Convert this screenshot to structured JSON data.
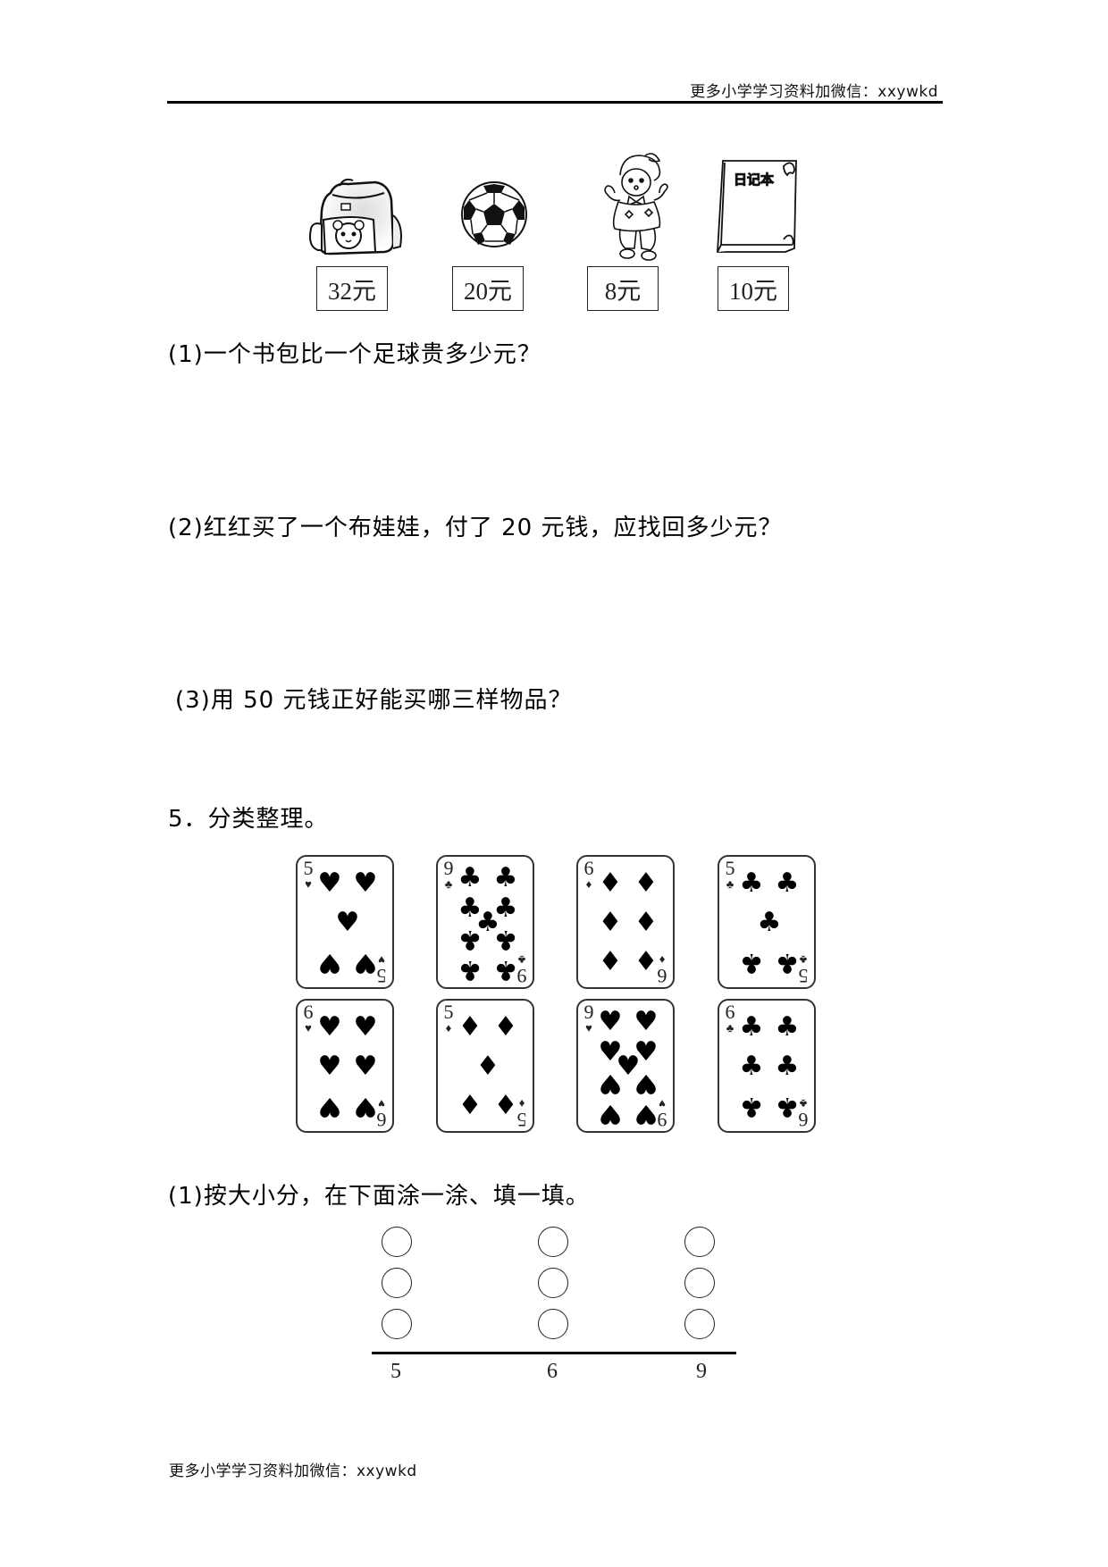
{
  "header": {
    "text": "更多小学学习资料加微信：xxywkd"
  },
  "footer": {
    "text": "更多小学学习资料加微信：xxywkd"
  },
  "items": [
    {
      "name": "书包",
      "icon": "backpack-icon",
      "price": "32元"
    },
    {
      "name": "足球",
      "icon": "soccer-ball-icon",
      "price": "20元"
    },
    {
      "name": "布娃娃",
      "icon": "doll-icon",
      "price": "8元"
    },
    {
      "name": "日记本",
      "icon": "notebook-icon",
      "price": "10元",
      "cover_text": "日记本"
    }
  ],
  "questions": {
    "q1": "(1)一个书包比一个足球贵多少元？",
    "q2": "(2)红红买了一个布娃娃，付了 20 元钱，应找回多少元？",
    "q3": "(3)用 50 元钱正好能买哪三样物品？"
  },
  "section5": {
    "title": "5．分类整理。",
    "cards": [
      {
        "rank": "5",
        "suit": "hearts",
        "glyph": "♥"
      },
      {
        "rank": "9",
        "suit": "clubs",
        "glyph": "♣"
      },
      {
        "rank": "6",
        "suit": "diamonds",
        "glyph": "♦"
      },
      {
        "rank": "5",
        "suit": "clubs",
        "glyph": "♣"
      },
      {
        "rank": "6",
        "suit": "hearts",
        "glyph": "♥"
      },
      {
        "rank": "5",
        "suit": "diamonds",
        "glyph": "♦"
      },
      {
        "rank": "9",
        "suit": "hearts",
        "glyph": "♥"
      },
      {
        "rank": "6",
        "suit": "clubs",
        "glyph": "♣"
      }
    ],
    "sub_q1": "(1)按大小分，在下面涂一涂、填一填。",
    "tally": {
      "categories": [
        "5",
        "6",
        "9"
      ],
      "circles_per_column": 3
    }
  }
}
